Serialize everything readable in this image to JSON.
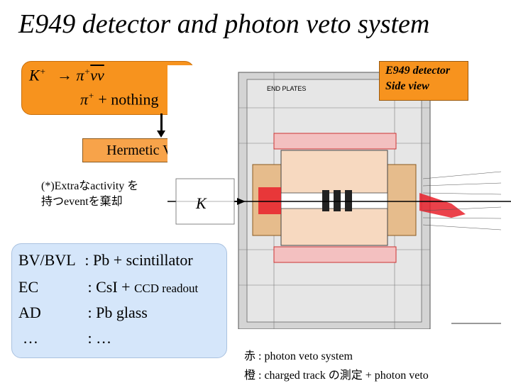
{
  "title": "E949 detector and photon veto system",
  "decay": {
    "line1": {
      "K": "K",
      "K_sup": "+",
      "arrow": "→",
      "pi": "π",
      "pi_sup": "+",
      "rest": "νν"
    },
    "line2": {
      "pi": "π",
      "pi_sup": "+",
      "plus": "+",
      "nothing": "nothing"
    }
  },
  "hermetic_veto": "Hermetic Veto",
  "note": {
    "line1": "(*)Extraなactivity を",
    "line2": "持つeventを棄却"
  },
  "detector_label": {
    "line1": "E949 detector",
    "line2": "Side view"
  },
  "detector_marks": {
    "end_plates": "END PLATES",
    "k_label": "K"
  },
  "specs": [
    {
      "name": "BV/BVL",
      "value": ": Pb + scintillator",
      "extra": ""
    },
    {
      "name": "EC",
      "value": ": CsI + ",
      "extra": "CCD readout"
    },
    {
      "name": "AD",
      "value": ": Pb glass",
      "extra": ""
    },
    {
      "name": "…",
      "value": ": …",
      "extra": ""
    }
  ],
  "legend": {
    "red": "赤 :   photon veto system",
    "orange": "橙 :   charged track の測定 +  photon veto"
  },
  "colors": {
    "orange": "#f7931e",
    "blue_box": "#d5e6fa",
    "red_highlight": "#e8202a",
    "orange_highlight": "#e8a050"
  }
}
